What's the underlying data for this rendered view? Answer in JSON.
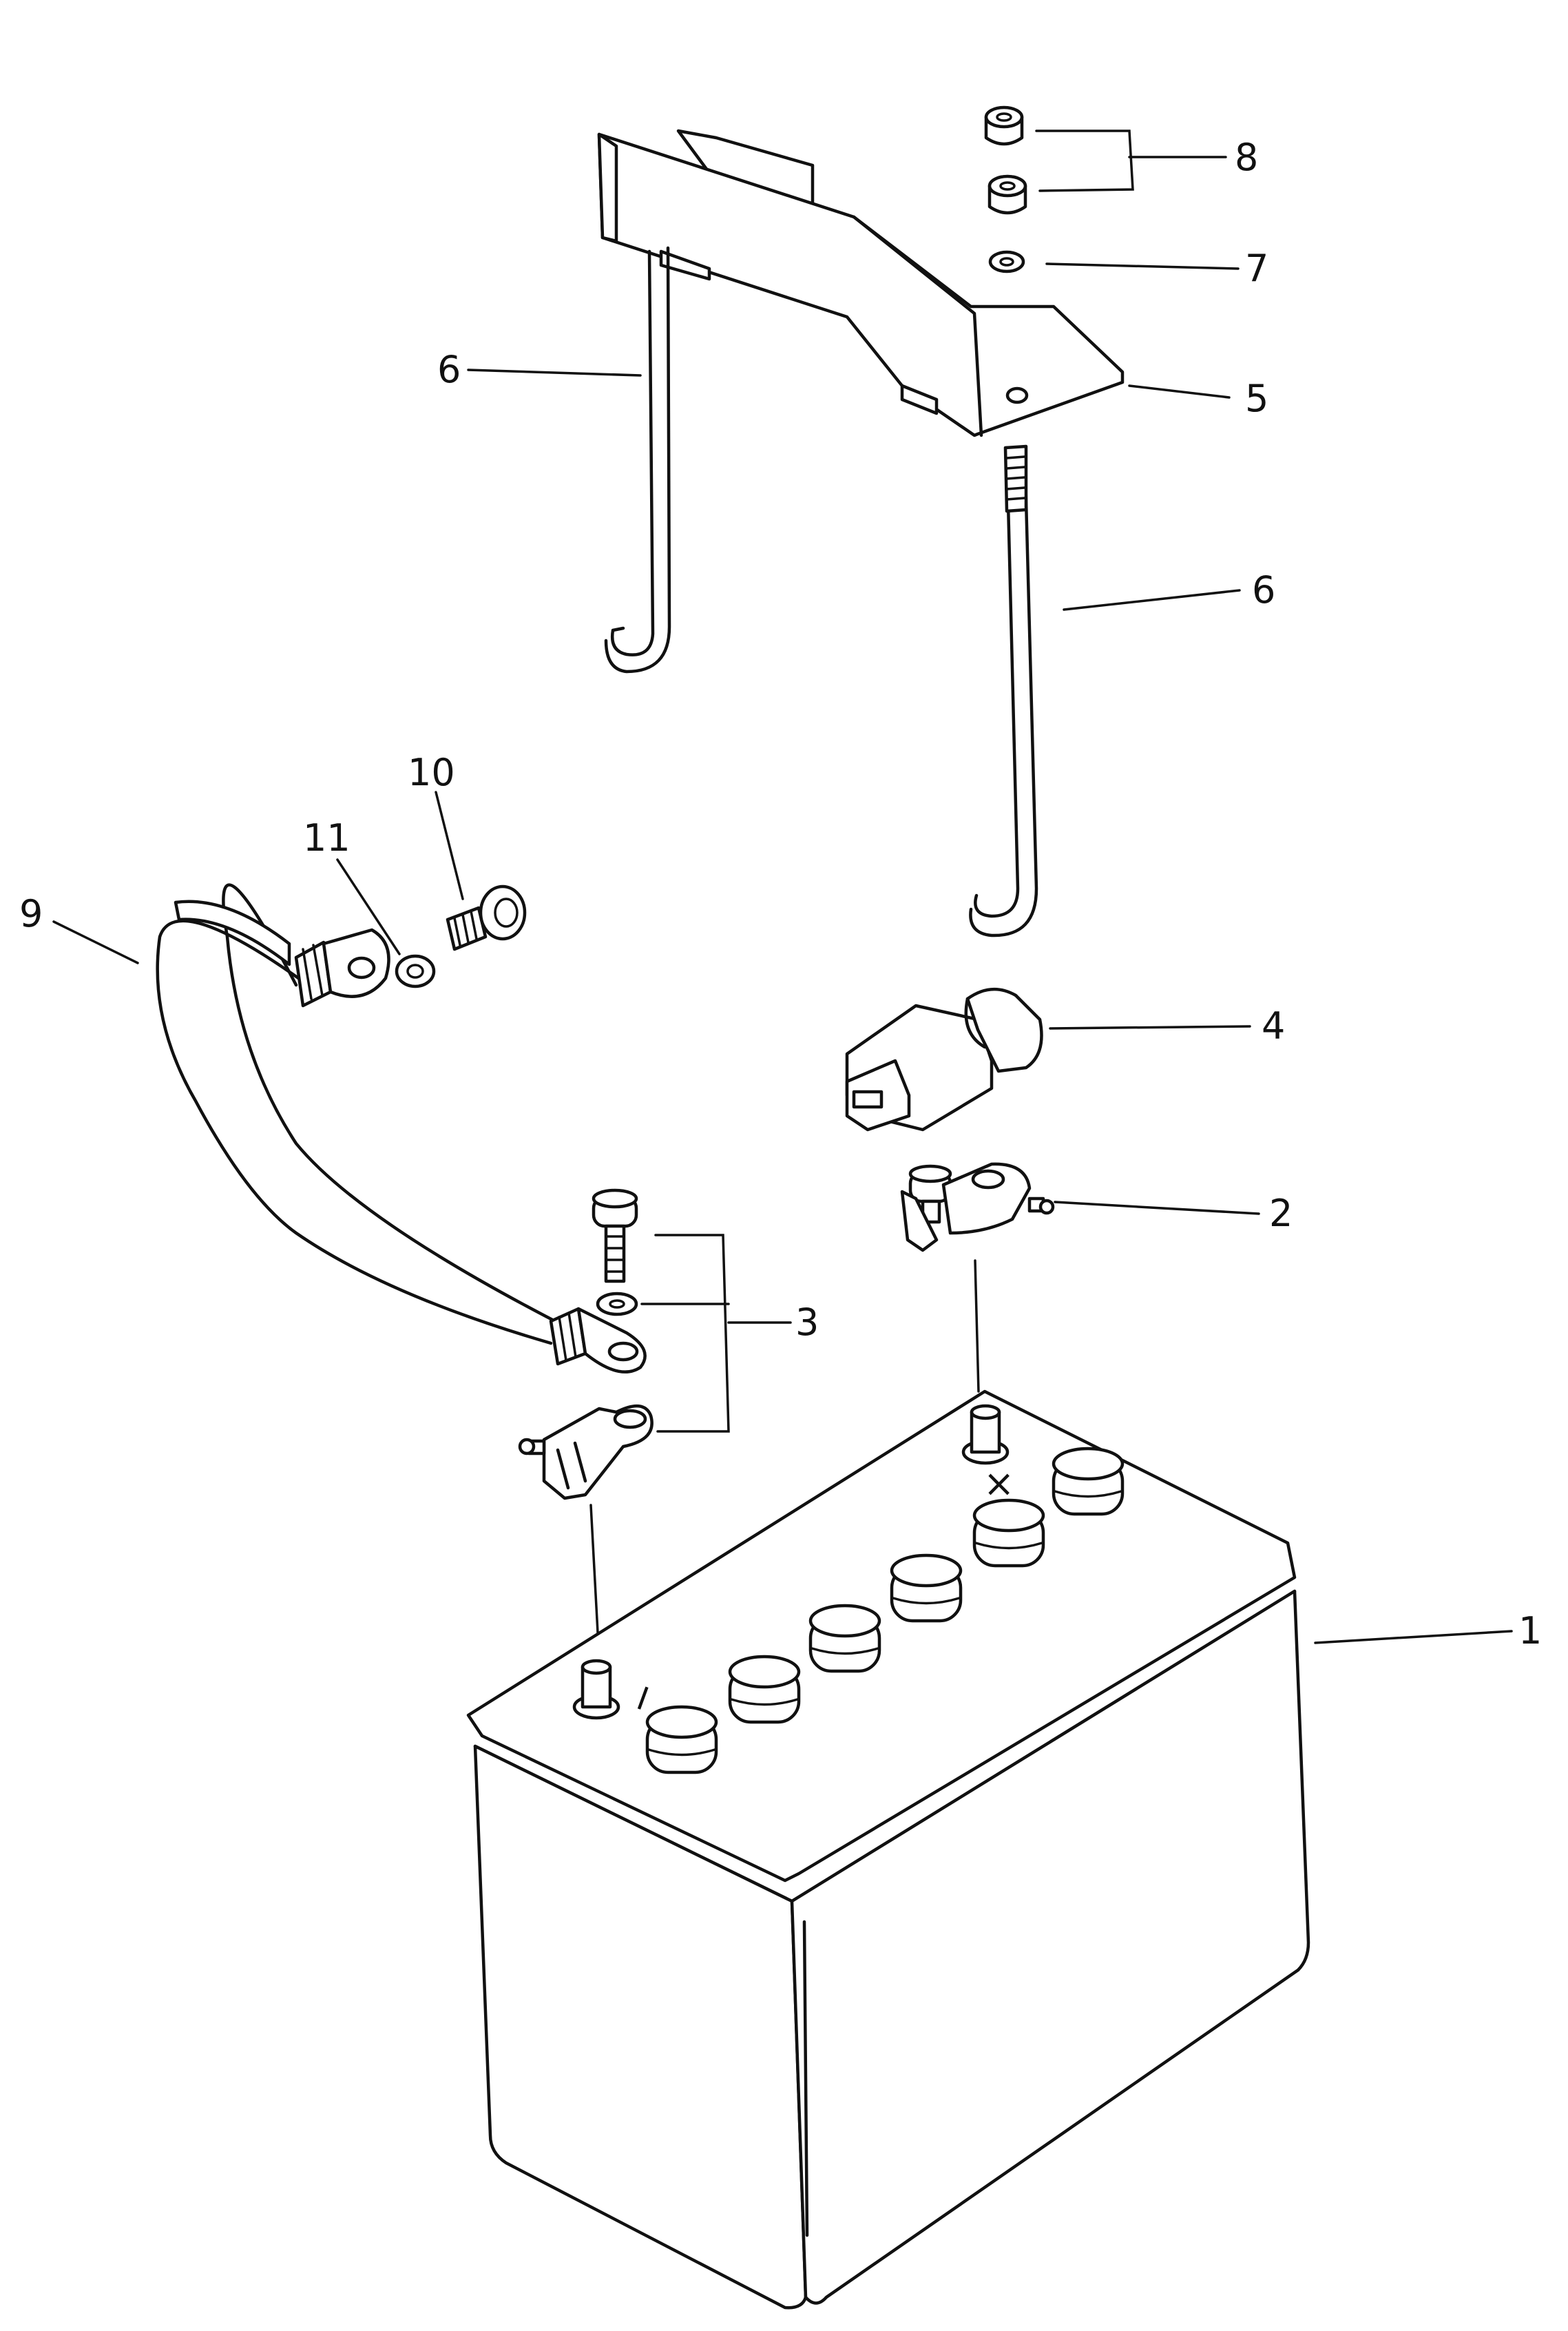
{
  "diagram": {
    "callouts": {
      "c1": "1",
      "c2": "2",
      "c3": "3",
      "c4": "4",
      "c5": "5",
      "c6a": "6",
      "c6b": "6",
      "c7": "7",
      "c8": "8",
      "c9": "9",
      "c10": "10",
      "c11": "11"
    },
    "terminal_marks": {
      "negative": "−",
      "positive": "×"
    }
  }
}
